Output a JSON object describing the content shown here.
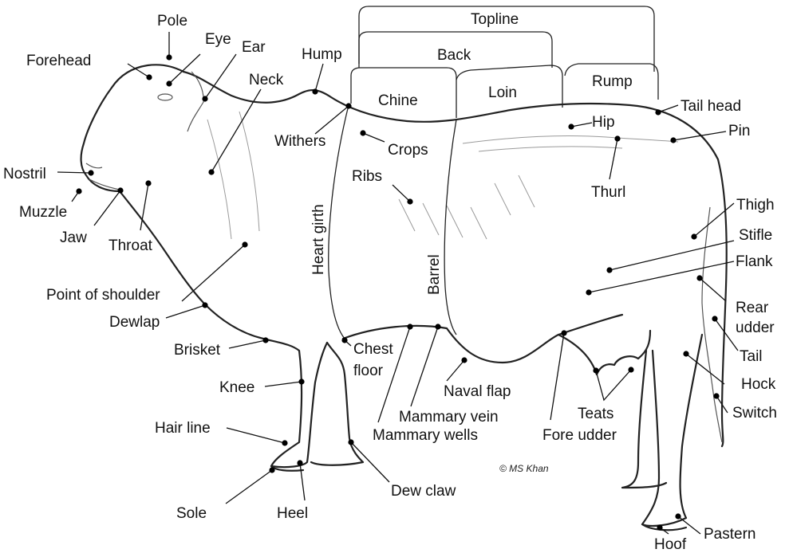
{
  "title": "",
  "copyright": "© MS Khan",
  "regions": {
    "topline": "Topline",
    "back": "Back",
    "chine": "Chine",
    "loin": "Loin",
    "rump": "Rump",
    "heart_girth": "Heart girth",
    "barrel": "Barrel"
  },
  "labels": {
    "pole": "Pole",
    "eye": "Eye",
    "ear": "Ear",
    "forehead": "Forehead",
    "hump": "Hump",
    "neck": "Neck",
    "withers": "Withers",
    "crops": "Crops",
    "ribs": "Ribs",
    "nostril": "Nostril",
    "muzzle": "Muzzle",
    "jaw": "Jaw",
    "throat": "Throat",
    "point_of_shoulder": "Point of shoulder",
    "dewlap": "Dewlap",
    "brisket": "Brisket",
    "chest_floor_1": "Chest",
    "chest_floor_2": "floor",
    "knee": "Knee",
    "hair_line": "Hair line",
    "sole": "Sole",
    "heel": "Heel",
    "dew_claw": "Dew claw",
    "mammary_vein": "Mammary vein",
    "mammary_wells": "Mammary wells",
    "naval_flap": "Naval flap",
    "teats": "Teats",
    "fore_udder": "Fore udder",
    "hip": "Hip",
    "tail_head": "Tail head",
    "pin": "Pin",
    "thurl": "Thurl",
    "thigh": "Thigh",
    "stifle": "Stifle",
    "flank": "Flank",
    "rear_udder_1": "Rear",
    "rear_udder_2": "udder",
    "tail": "Tail",
    "hock": "Hock",
    "switch": "Switch",
    "hoof": "Hoof",
    "pastern": "Pastern"
  }
}
